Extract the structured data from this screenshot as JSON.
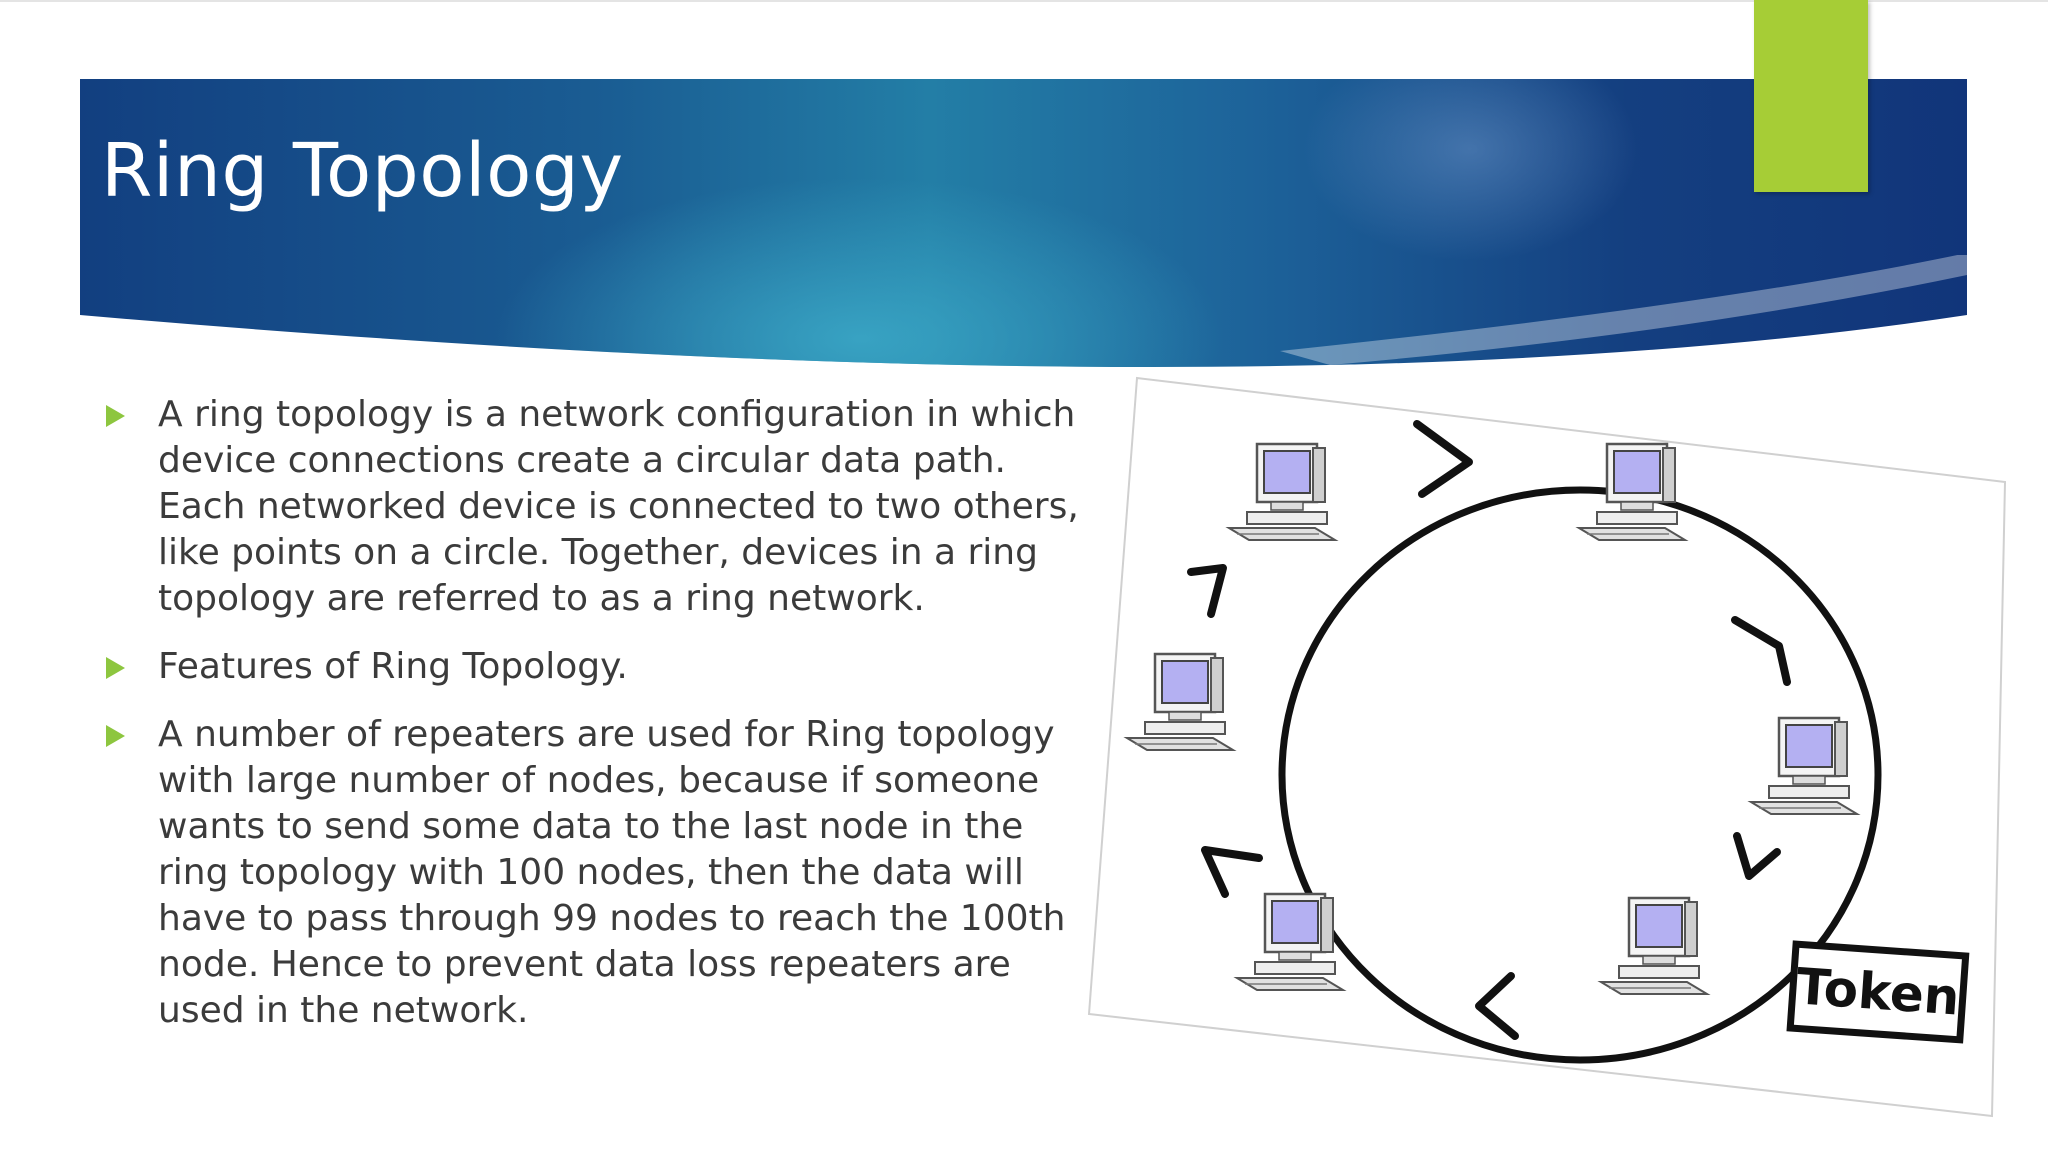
{
  "slide": {
    "title": "Ring Topology",
    "accent_color": "#a6cd36",
    "banner_color": "#1a5d93",
    "bullet_color": "#8dc63f"
  },
  "bullets": [
    "A ring topology is a network configuration in which device connections create a circular data path. Each networked device is connected to two others, like points on a circle. Together, devices in a ring topology are referred to as a ring network.",
    "Features of Ring Topology.",
    "A number of repeaters are used for Ring topology with large number of nodes, because if someone wants to send some data to the last node in the ring topology with 100 nodes, then the data will have to pass through 99 nodes to reach the 100th node. Hence to prevent data loss repeaters are used in the network."
  ],
  "diagram": {
    "token_label": "Token",
    "icons": [
      "computer-icon",
      "arrow-icon"
    ]
  }
}
